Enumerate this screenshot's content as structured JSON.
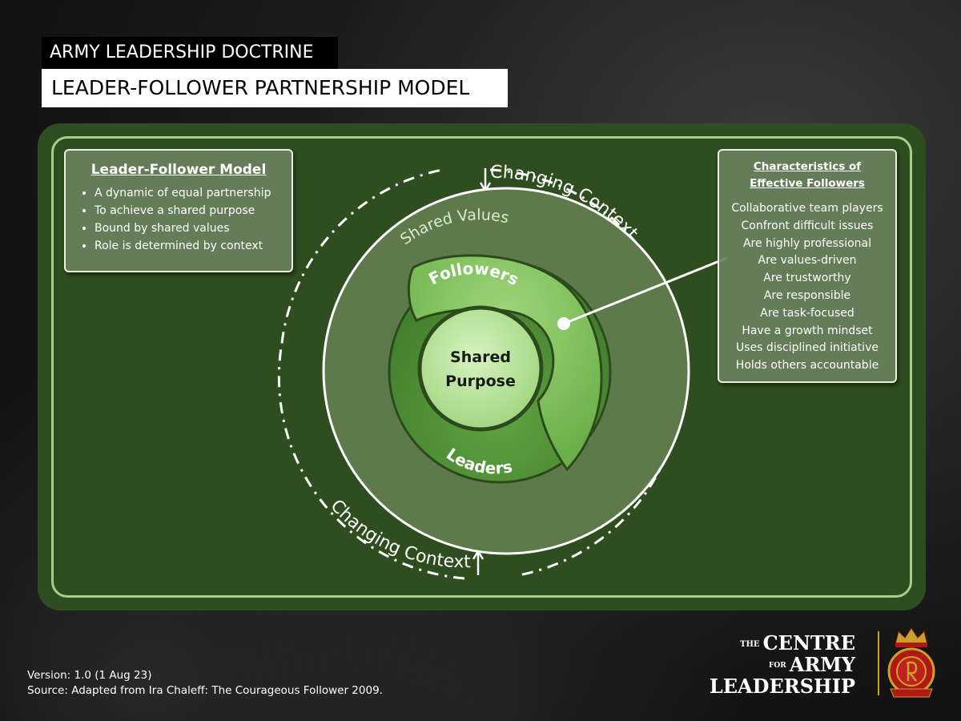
{
  "header": {
    "doctrine": "ARMY LEADERSHIP DOCTRINE",
    "model_title": "LEADER-FOLLOWER PARTNERSHIP MODEL"
  },
  "left_box": {
    "title": "Leader-Follower Model",
    "bullets": [
      "A dynamic of equal partnership",
      "To achieve a shared purpose",
      "Bound by shared values",
      "Role is determined by context"
    ]
  },
  "right_box": {
    "title_line1": "Characteristics of",
    "title_line2": "Effective Followers",
    "items": [
      "Collaborative team players",
      "Confront difficult issues",
      "Are highly professional",
      "Are values-driven",
      "Are trustworthy",
      "Are responsible",
      "Are task-focused",
      "Have a growth mindset",
      "Uses disciplined initiative",
      "Holds others accountable"
    ]
  },
  "diagram": {
    "outer_label_top": "Changing Context",
    "outer_label_bottom": "Changing Context",
    "ring_label": "Shared Values",
    "followers_label": "Followers",
    "leaders_label": "Leaders",
    "center_line1": "Shared",
    "center_line2": "Purpose"
  },
  "footer": {
    "version": "Version: 1.0 (1 Aug 23)",
    "source": "Source: Adapted from Ira Chaleff: The Courageous Follower 2009."
  },
  "logo": {
    "the": "THE",
    "centre": "CENTRE",
    "for": "FOR",
    "army": "ARMY",
    "leadership": "LEADERSHIP"
  },
  "colors": {
    "panel": "#2f4e1f",
    "panel_border": "#a8cc8c",
    "followers": "#7cc05a",
    "leaders": "#4e8f35",
    "center": "#b8e39a"
  }
}
